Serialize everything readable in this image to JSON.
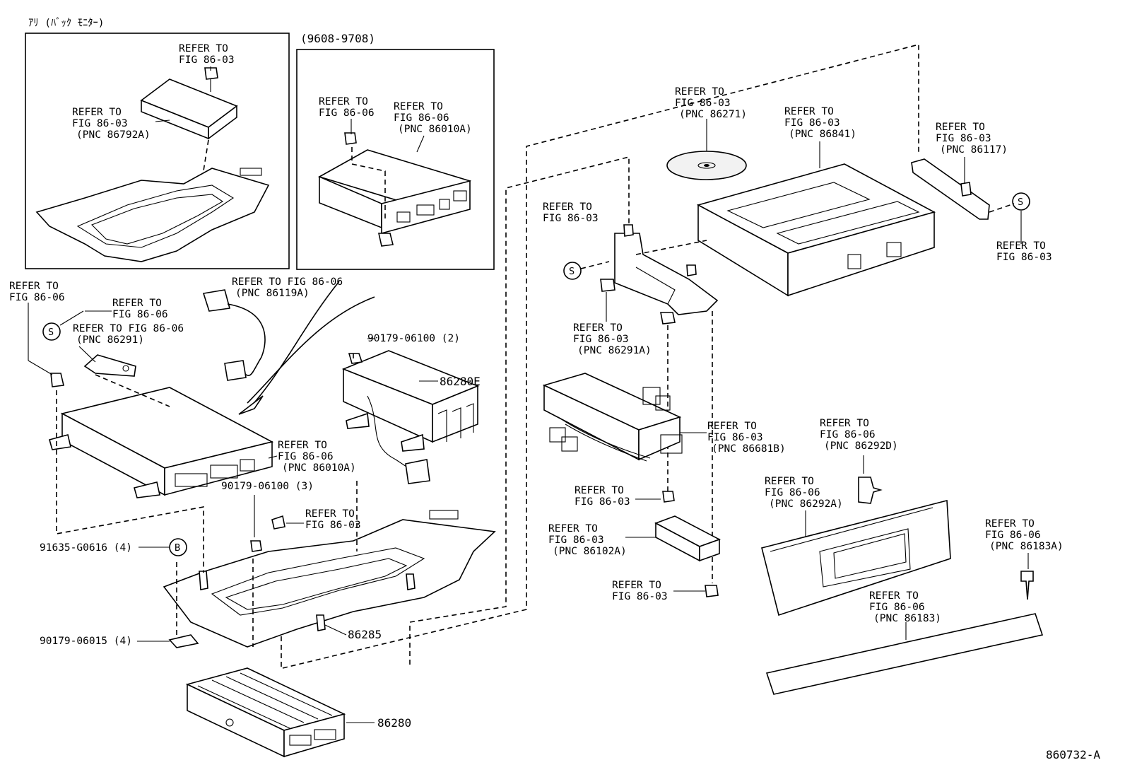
{
  "diagram_code": "860732-A",
  "inset_labels": {
    "left": "ｱﾘ (ﾊﾞｯｸ ﾓﾆﾀｰ)",
    "right": "(9608-9708)"
  },
  "callouts": {
    "c1": [
      "REFER TO",
      "FIG 86-03"
    ],
    "c2": [
      "REFER TO",
      "FIG 86-03",
      "(PNC 86792A)"
    ],
    "c3": [
      "REFER TO",
      "FIG 86-06"
    ],
    "c4": [
      "REFER TO",
      "FIG 86-06",
      "(PNC 86010A)"
    ],
    "c5": [
      "REFER TO",
      "FIG 86-06"
    ],
    "c6": [
      "REFER TO",
      "FIG 86-06"
    ],
    "c7": [
      "REFER TO FIG 86-06",
      "(PNC 86291)"
    ],
    "c8": [
      "REFER TO FIG 86-06",
      "(PNC 86119A)"
    ],
    "c9": [
      "REFER TO",
      "FIG 86-06",
      "(PNC 86010A)"
    ],
    "c10": [
      "REFER TO",
      "FIG 86-03"
    ],
    "c11": [
      "REFER TO",
      "FIG 86-03",
      "(PNC 86271)"
    ],
    "c12": [
      "REFER TO",
      "FIG 86-03",
      "(PNC 86841)"
    ],
    "c13": [
      "REFER TO",
      "FIG 86-03",
      "(PNC 86117)"
    ],
    "c14": [
      "REFER TO",
      "FIG 86-03"
    ],
    "c15": [
      "REFER TO",
      "FIG 86-03"
    ],
    "c16": [
      "REFER TO",
      "FIG 86-03",
      "(PNC 86291A)"
    ],
    "c17": [
      "REFER TO",
      "FIG 86-03",
      "(PNC 86681B)"
    ],
    "c18": [
      "REFER TO",
      "FIG 86-06",
      "(PNC 86292D)"
    ],
    "c19": [
      "REFER TO",
      "FIG 86-03"
    ],
    "c20": [
      "REFER TO",
      "FIG 86-06",
      "(PNC 86292A)"
    ],
    "c21": [
      "REFER TO",
      "FIG 86-03",
      "(PNC 86102A)"
    ],
    "c22": [
      "REFER TO",
      "FIG 86-06",
      "(PNC 86183A)"
    ],
    "c23": [
      "REFER TO",
      "FIG 86-03"
    ],
    "c24": [
      "REFER TO",
      "FIG 86-06",
      "(PNC 86183)"
    ]
  },
  "part_numbers": {
    "nut_top": "90179-06100 (2)",
    "amp_e": "86280E",
    "nut_mid": "90179-06100 (3)",
    "bolt_b": "91635-G0616 (4)",
    "clip": "90179-06015 (4)",
    "bracket": "86285",
    "amp": "86280"
  },
  "symbols": {
    "s": "S",
    "b": "B"
  }
}
